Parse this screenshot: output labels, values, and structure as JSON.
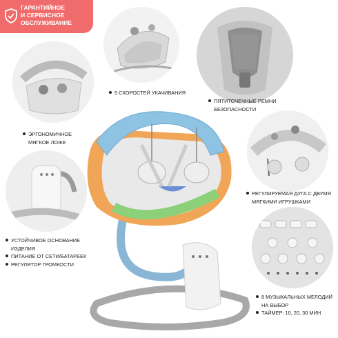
{
  "badge": {
    "line1": "ГАРАНТИЙНОЕ",
    "line2": "И СЕРВИСНОЕ",
    "line3": "ОБСЛУЖИВАНИЕ",
    "color": "#f06b6b"
  },
  "features": {
    "speeds": "5 СКОРОСТЕЙ УКАЧИВАНИЯ",
    "harness_1": "ПЯТИТОЧЕЧНЫЕ РЕМНИ",
    "harness_2": "БЕЗОПАСНОСТИ",
    "bed_1": "ЭРГОНОМИЧНОЕ",
    "bed_2": "МЯГКОЕ ЛОЖЕ",
    "arch_1": "РЕГУЛИРУЕМАЯ ДУГА С ДВУМЯ",
    "arch_2": "МЯГКИМИ ИГРУШКАМИ",
    "base_1": "УСТОЙЧИВОЕ ОСНОВАНИЕ",
    "base_2": "ИЗДЕЛИЯ",
    "power": "ПИТАНИЕ ОТ СЕТИ/БАТАРЕЕК",
    "volume": "РЕГУЛЯТОР ГРОМКОСТИ",
    "melodies_1": "8 МУЗЫКАЛЬНЫХ МЕЛОДИЙ",
    "melodies_2": "НА ВЫБОР",
    "timer": "ТАЙМЕР: 10, 20, 30 МИН"
  }
}
